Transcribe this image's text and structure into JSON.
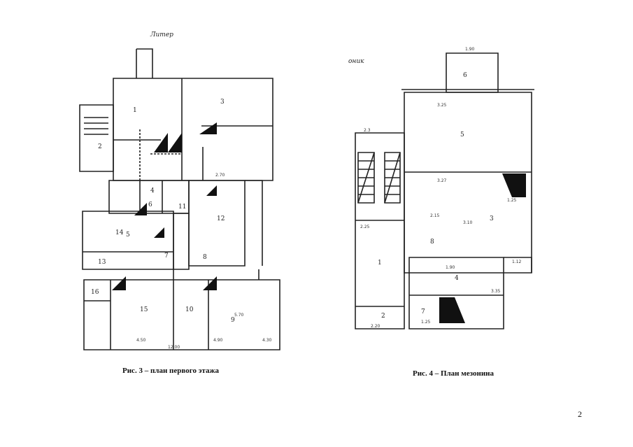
{
  "figures": [
    {
      "id": "fig3",
      "caption": "Рис. 3 – план первого этажа",
      "header_handwriting": "Литер",
      "room_labels": [
        "1",
        "2",
        "3",
        "4",
        "5",
        "6",
        "7",
        "8",
        "9",
        "10",
        "11",
        "12",
        "13",
        "14",
        "15",
        "16"
      ],
      "dimension_labels": [
        "12.00",
        "5.70",
        "4.50",
        "4.30",
        "2.70",
        "4.90"
      ]
    },
    {
      "id": "fig4",
      "caption": "Рис. 4 – План мезонина",
      "header_handwriting": "оник",
      "room_labels": [
        "1",
        "2",
        "3",
        "4",
        "5",
        "6",
        "7",
        "8"
      ],
      "dimension_labels": [
        "1.90",
        "3.25",
        "3.27",
        "2.15",
        "3.10",
        "1.25",
        "1.90",
        "1.12",
        "3.35",
        "2.20",
        "1.25",
        "2.3",
        "2.25"
      ]
    }
  ],
  "page_number": "2"
}
